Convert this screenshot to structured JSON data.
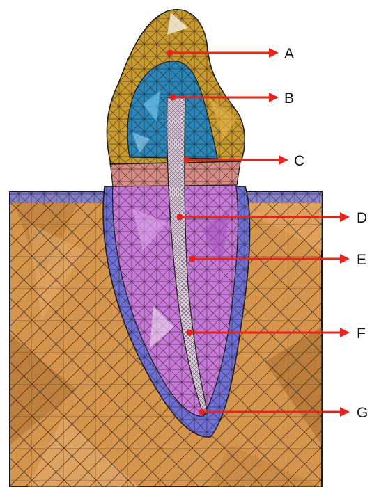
{
  "figure": {
    "kind": "finite element mesh of a tooth in bone",
    "colors": {
      "background": "#ffffff",
      "enamel": "#c99a2e",
      "dentin_crown": "#2a86b8",
      "crown_cervical": "#d88a84",
      "root_dentin": "#c878d8",
      "periodontal_layer": "#6f6fd6",
      "bone": "#d6954d",
      "pulp": "#d8c8d8",
      "mesh_line": "#1a1a1a",
      "arrow": "#e8231c"
    }
  },
  "labels": [
    {
      "id": "A",
      "text": "A"
    },
    {
      "id": "B",
      "text": "B"
    },
    {
      "id": "C",
      "text": "C"
    },
    {
      "id": "D",
      "text": "D"
    },
    {
      "id": "E",
      "text": "E"
    },
    {
      "id": "F",
      "text": "F"
    },
    {
      "id": "G",
      "text": "G"
    }
  ]
}
